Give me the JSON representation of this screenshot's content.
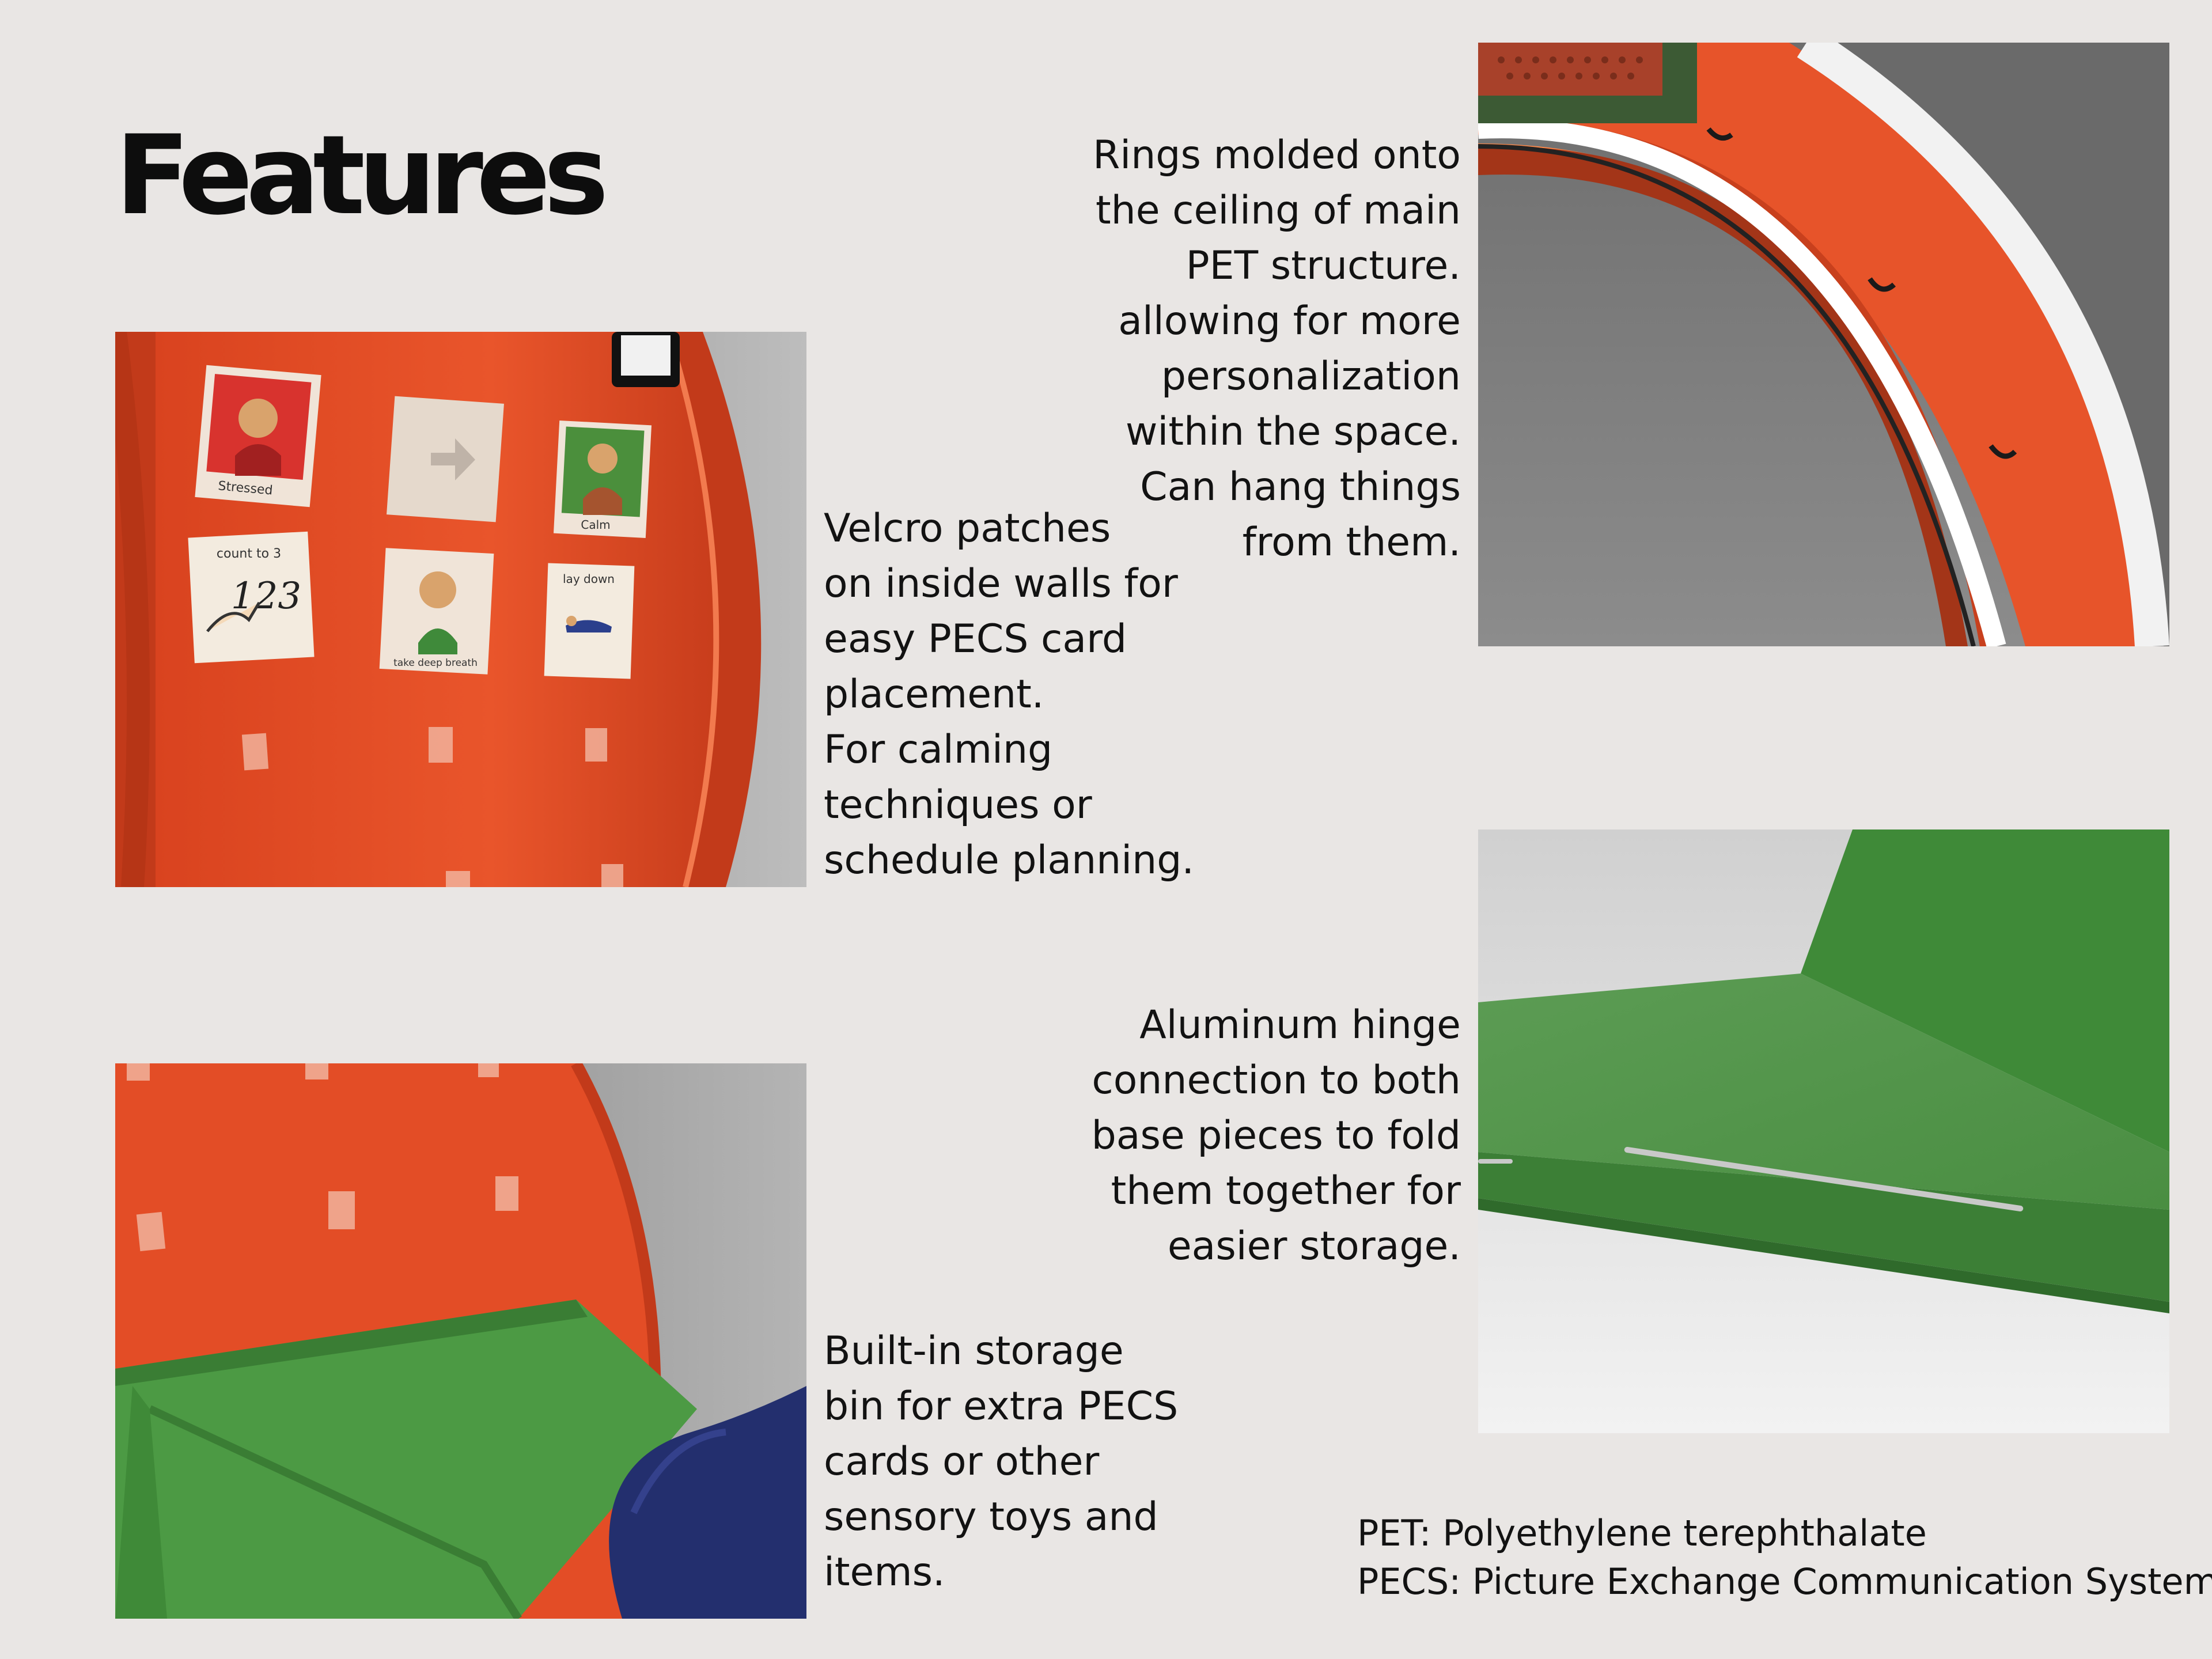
{
  "page": {
    "title": "Features"
  },
  "features": {
    "rings": "Rings molded onto\nthe ceiling of main\nPET structure.\nallowing for more\npersonalization\nwithin the space.\nCan hang things\nfrom them.",
    "velcro": "Velcro patches\non inside walls for\neasy PECS card\nplacement.\nFor calming\ntechniques or\nschedule planning.",
    "hinge": "Aluminum hinge\nconnection to both\nbase pieces to fold\nthem together for\neasier storage.",
    "storage": "Built-in storage\nbin for extra PECS\ncards or other\nsensory toys and\nitems."
  },
  "pecs_cards": {
    "stressed": "Stressed",
    "calm": "Calm",
    "count": "count to 3",
    "count_digits": "123",
    "breath": "take deep breath",
    "lay_down": "lay down"
  },
  "footnotes": {
    "pet": "PET: Polyethylene terephthalate",
    "pecs": "PECS: Picture Exchange Communication System"
  },
  "colors": {
    "background": "#e9e6e4",
    "structure_orange": "#e34d26",
    "base_green": "#4c9a44",
    "cushion_navy": "#232f6e"
  }
}
